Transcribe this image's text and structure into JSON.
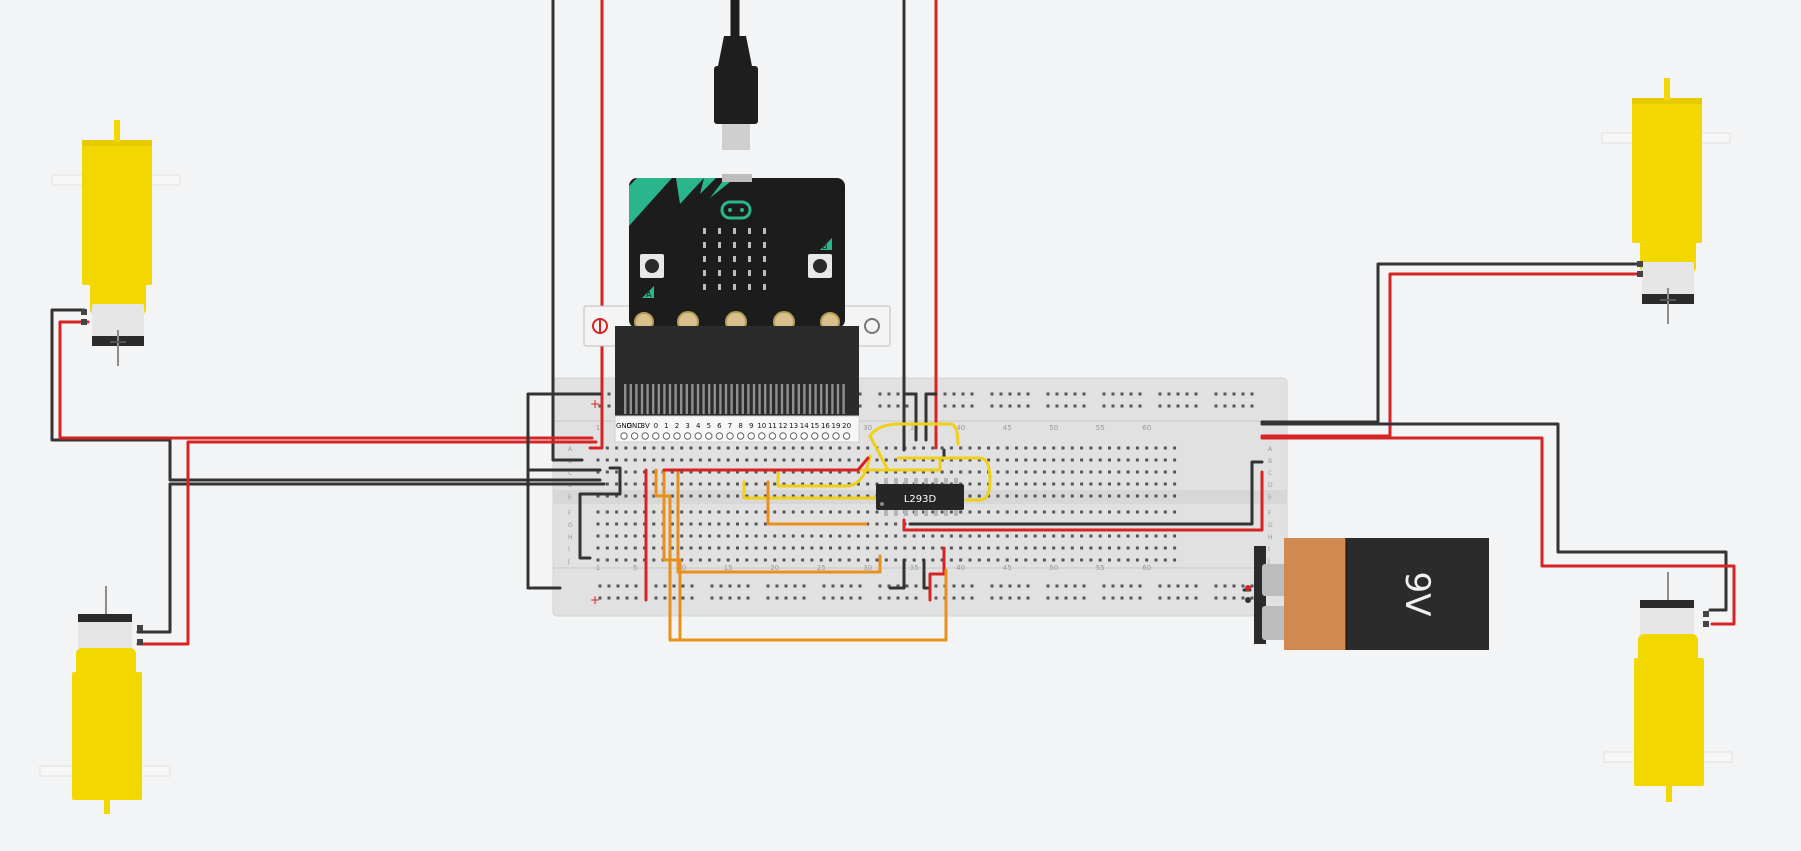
{
  "ic": {
    "label": "L293D"
  },
  "battery": {
    "label": "9V"
  },
  "microbit": {
    "button_a": "A",
    "button_b": "B",
    "pin_labels": [
      "GND",
      "GND",
      "3V",
      "0",
      "1",
      "2",
      "3",
      "4",
      "5",
      "6",
      "7",
      "8",
      "9",
      "10",
      "11",
      "12",
      "13",
      "14",
      "15",
      "16",
      "19",
      "20"
    ]
  },
  "breadboard": {
    "column_numbers": [
      "1",
      "5",
      "10",
      "15",
      "20",
      "25",
      "30",
      "35",
      "40",
      "45",
      "50",
      "55",
      "60"
    ],
    "row_letters_top": [
      "A",
      "B",
      "C",
      "D",
      "E"
    ],
    "row_letters_bottom": [
      "F",
      "G",
      "H",
      "I",
      "J"
    ],
    "rail_plus": "+",
    "rail_minus": "-"
  },
  "colors": {
    "background": "#f3f4f6",
    "motor_yellow": "#f2d800",
    "wire_red": "#d62424",
    "wire_black": "#333333",
    "wire_yellow": "#f0cf19",
    "wire_orange": "#e8901c",
    "battery_orange": "#d2894f",
    "board_black": "#1c1c1c",
    "microbit_green": "#2bb58c"
  }
}
